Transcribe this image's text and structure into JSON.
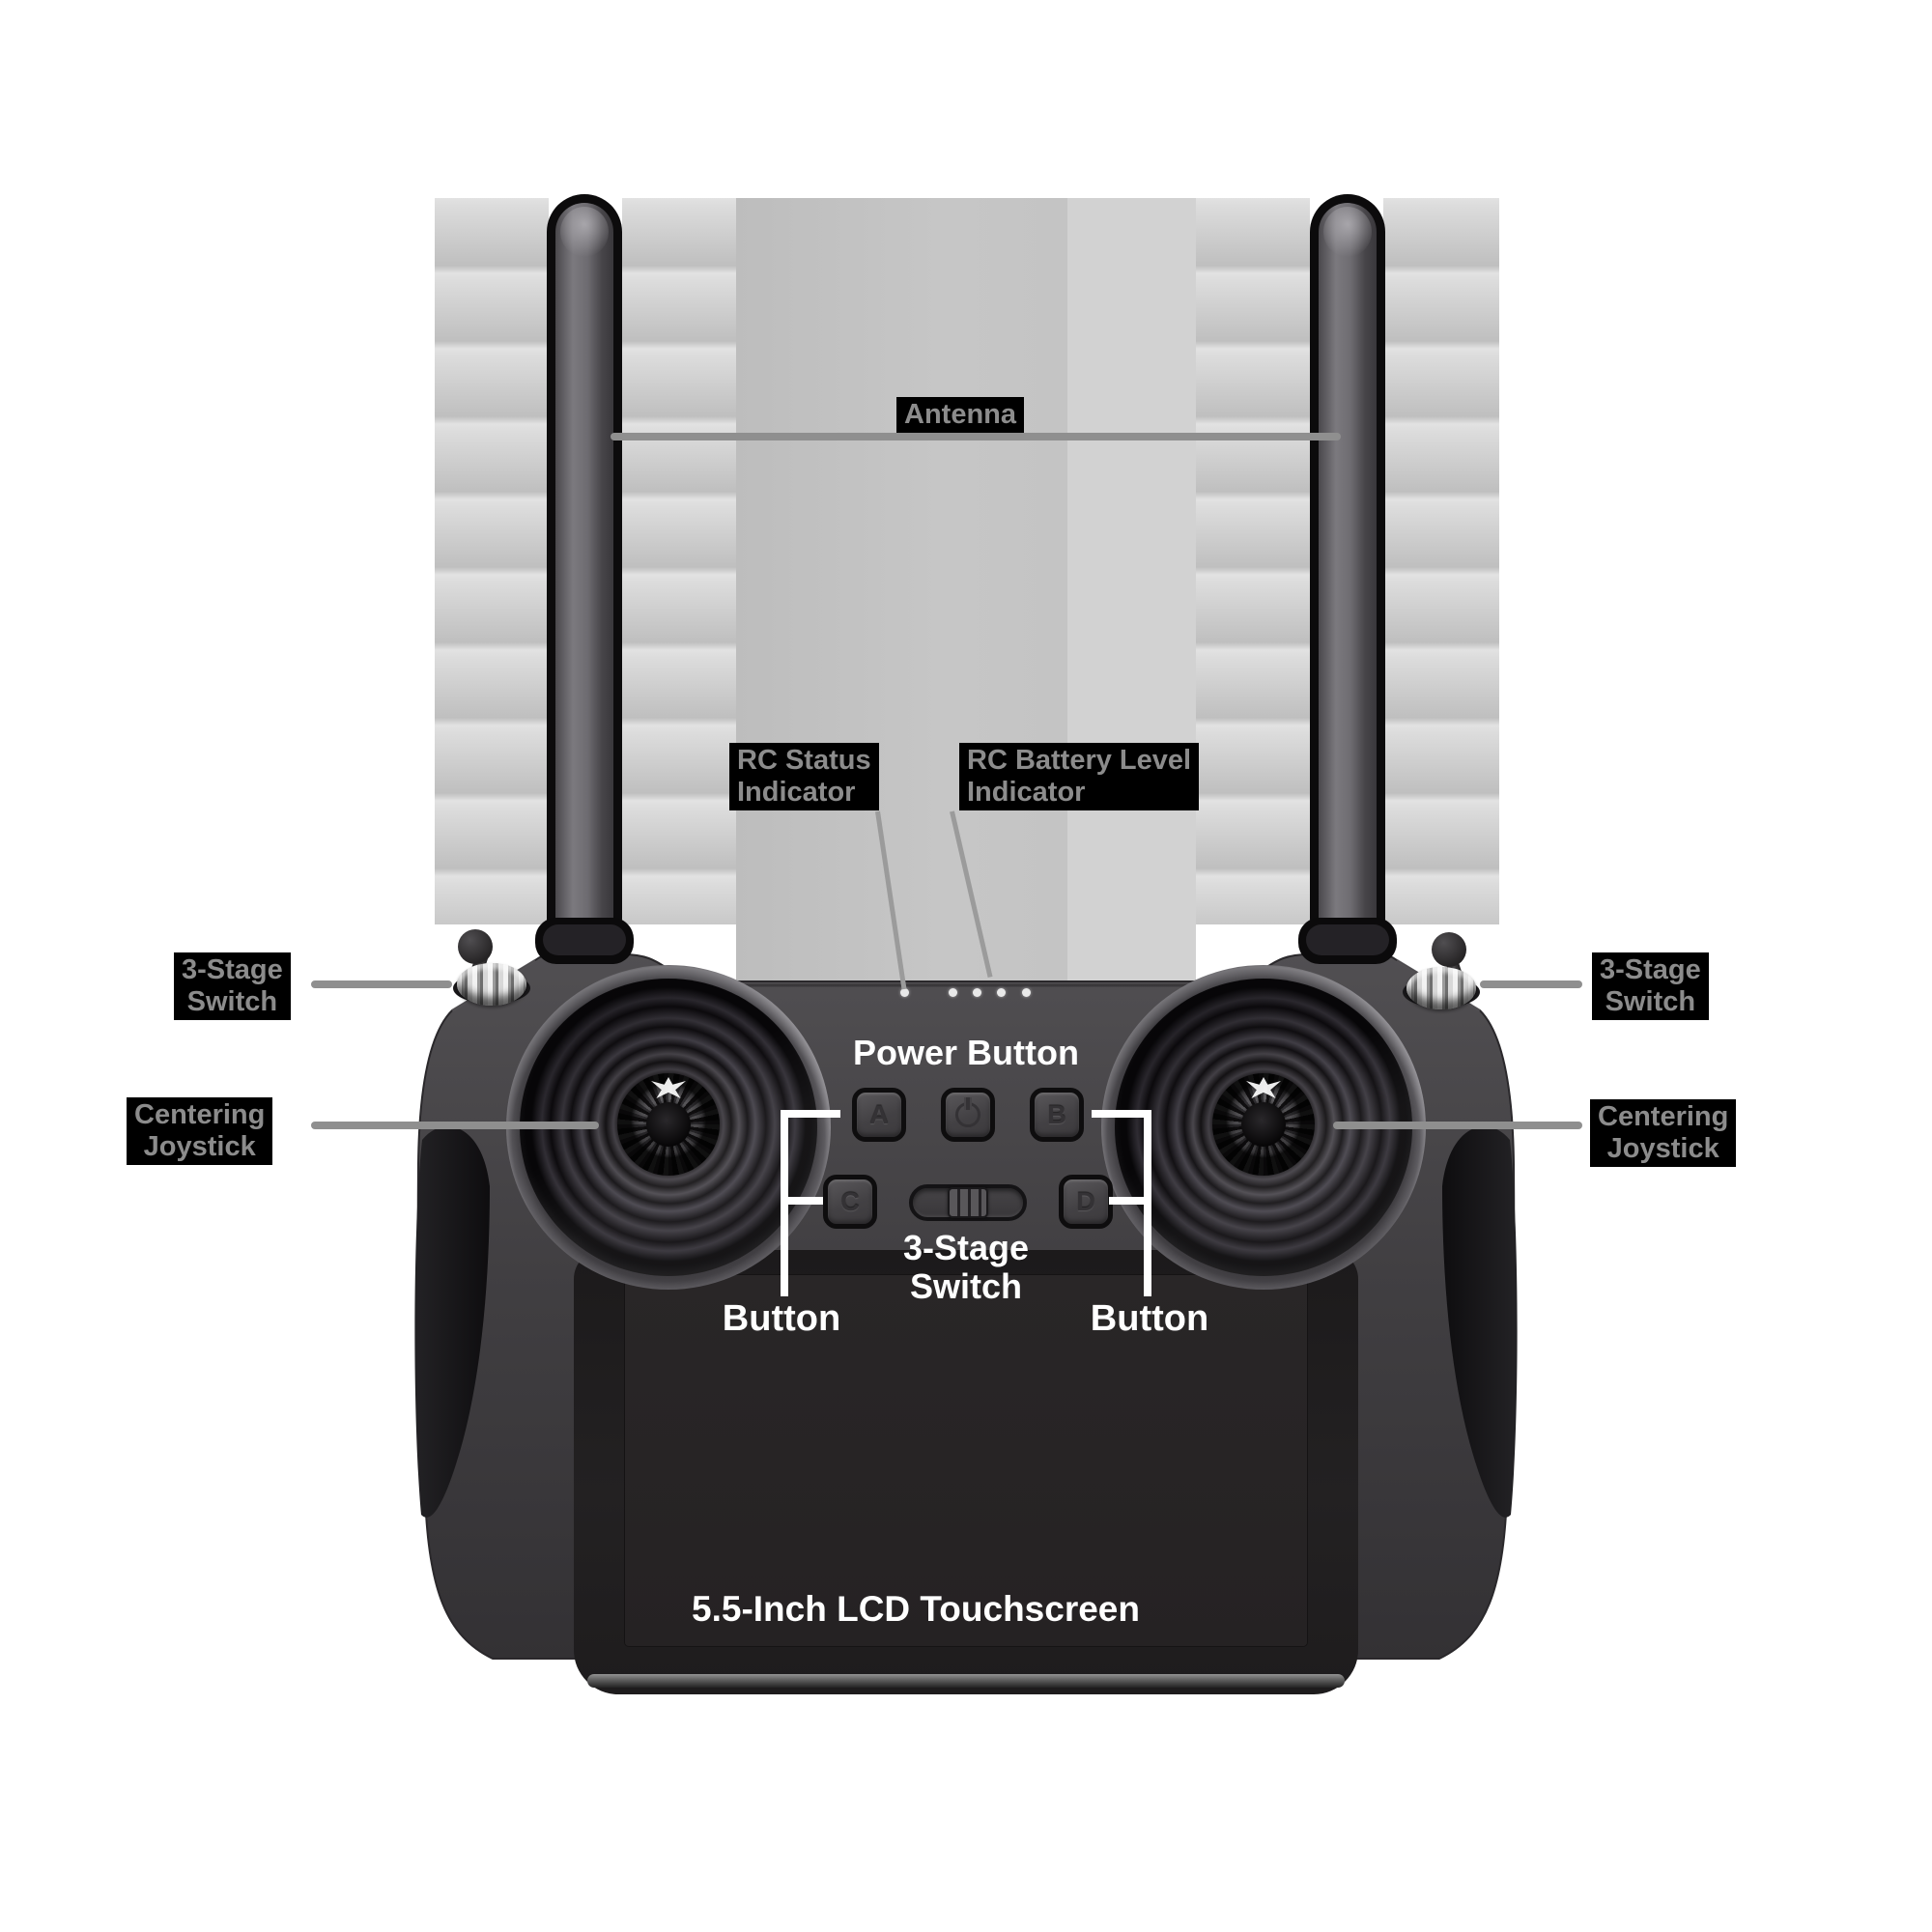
{
  "callouts": {
    "antenna": {
      "label": "Antenna"
    },
    "rc_status": {
      "line1": "RC Status",
      "line2": "Indicator"
    },
    "rc_battery": {
      "line1": "RC Battery Level",
      "line2": "Indicator"
    },
    "switch_left": {
      "line1": "3-Stage",
      "line2": "Switch"
    },
    "switch_right": {
      "line1": "3-Stage",
      "line2": "Switch"
    },
    "joystick_left": {
      "line1": "Centering",
      "line2": "Joystick"
    },
    "joystick_right": {
      "line1": "Centering",
      "line2": "Joystick"
    },
    "power_button": {
      "label": "Power Button"
    },
    "switch_center": {
      "line1": "3-Stage",
      "line2": "Switch"
    },
    "button_left": {
      "label": "Button"
    },
    "button_right": {
      "label": "Button"
    },
    "touchscreen": {
      "label": "5.5-Inch LCD Touchscreen"
    }
  },
  "device": {
    "buttons": {
      "a": "A",
      "b": "B",
      "c": "C",
      "d": "D"
    },
    "indicator_dots": 5
  },
  "colors": {
    "label_bg": "#000000",
    "label_text": "#8c8c8c",
    "callout_line": "#8f8f8f",
    "white_text": "#ffffff",
    "body": "#454347",
    "screen": "#242223",
    "grip": "#161517",
    "checker_gray": "#c4c4c4"
  }
}
